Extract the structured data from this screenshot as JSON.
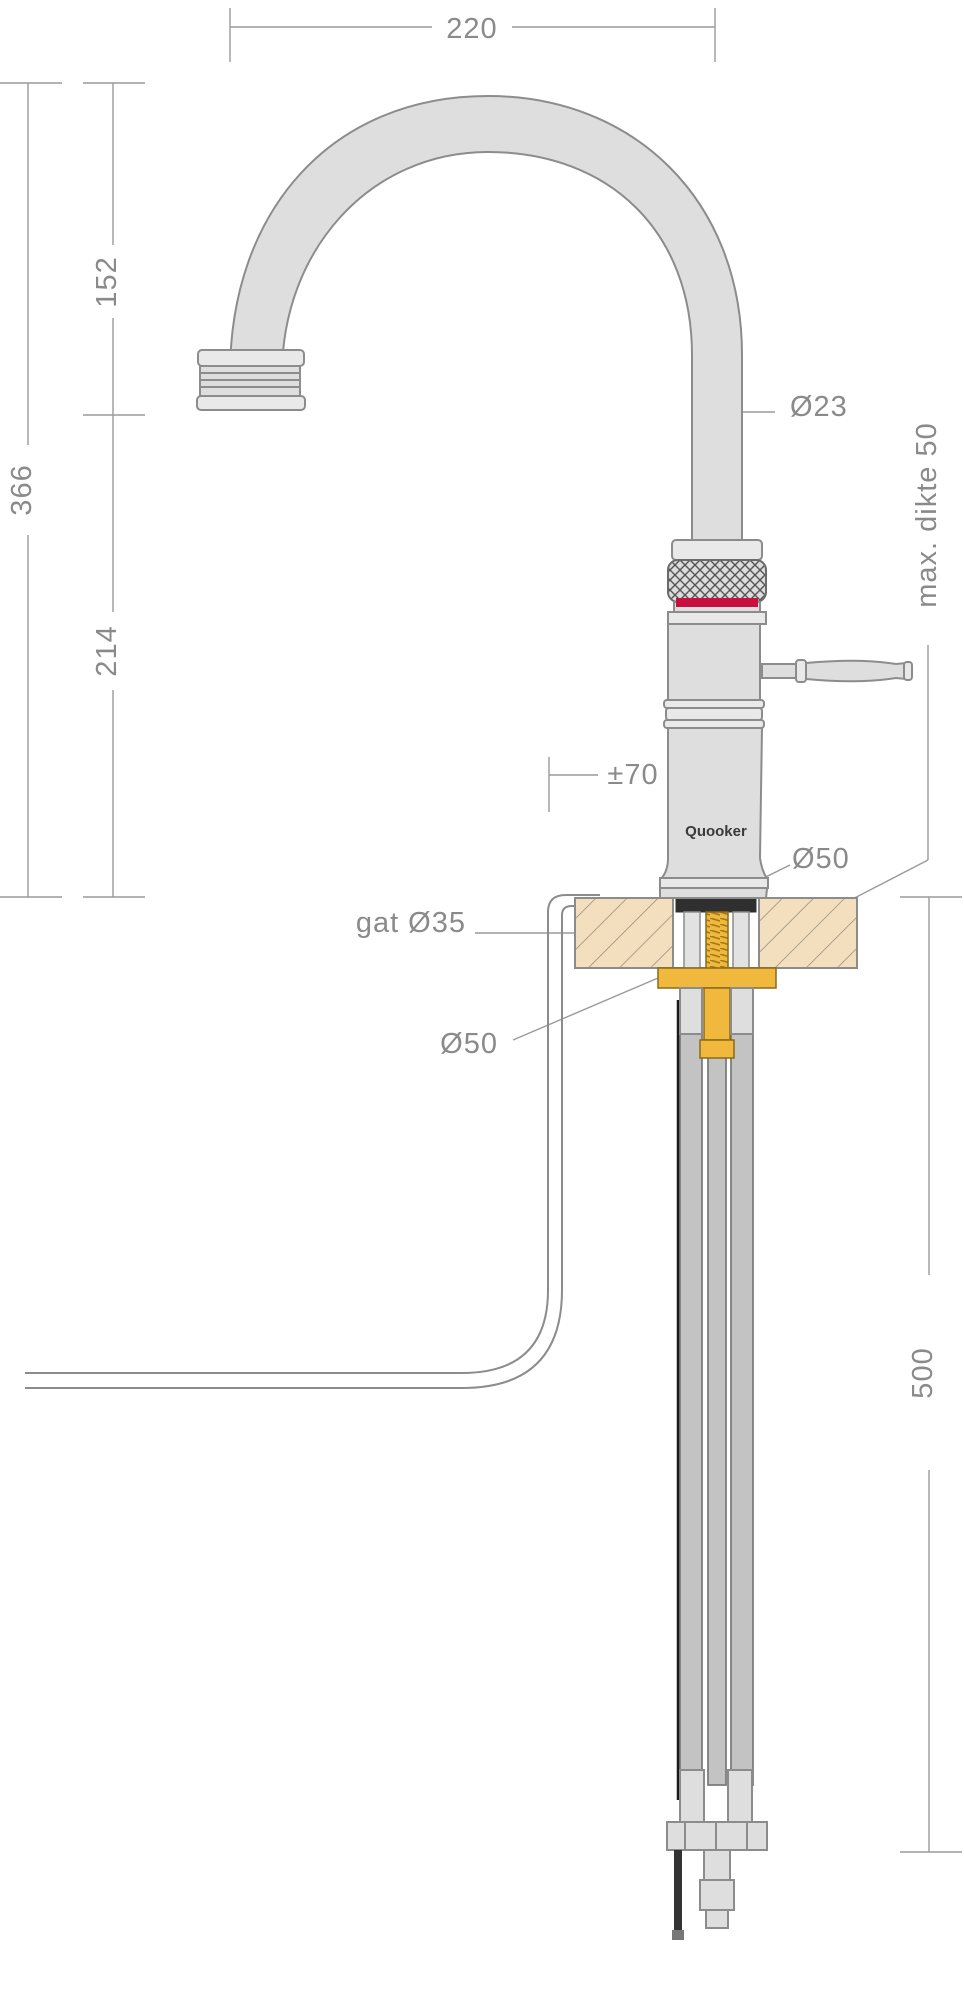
{
  "dimensions": {
    "width_top": "220",
    "total_height": "366",
    "upper_height": "152",
    "lower_height": "214",
    "spout_diameter": "Ø23",
    "counter_thickness": "max. dikte 50",
    "handle_offset": "±70",
    "base_diameter": "Ø50",
    "hole": "gat Ø35",
    "nut_diameter": "Ø50",
    "hose_length": "500"
  },
  "brand": {
    "label": "Quooker"
  },
  "colors": {
    "ring_accent": "#c8103e",
    "brass": "#f0b93d",
    "countertop": "#f3dfbd"
  }
}
